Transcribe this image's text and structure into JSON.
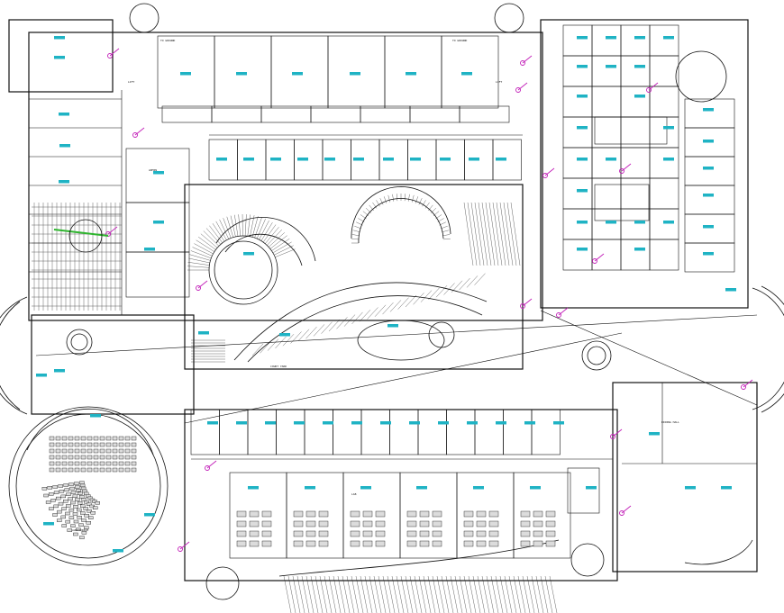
{
  "drawing": {
    "type": "architectural floor plan",
    "line_color": "#111111",
    "tag_color": "#1fb3c4",
    "marker_color": "#c21fb8",
    "highlight_color": "#2fb52f",
    "background": "#ffffff"
  },
  "labels": {
    "stair_1": "TO GROUND",
    "stair_2": "TO GROUND",
    "lift_1": "LIFT",
    "lift_2": "LIFT",
    "court": "COURT YARD",
    "auditorium": "AUDITORIUM",
    "dining": "DINING HALL",
    "admin": "ADMIN",
    "lab": "LAB"
  }
}
